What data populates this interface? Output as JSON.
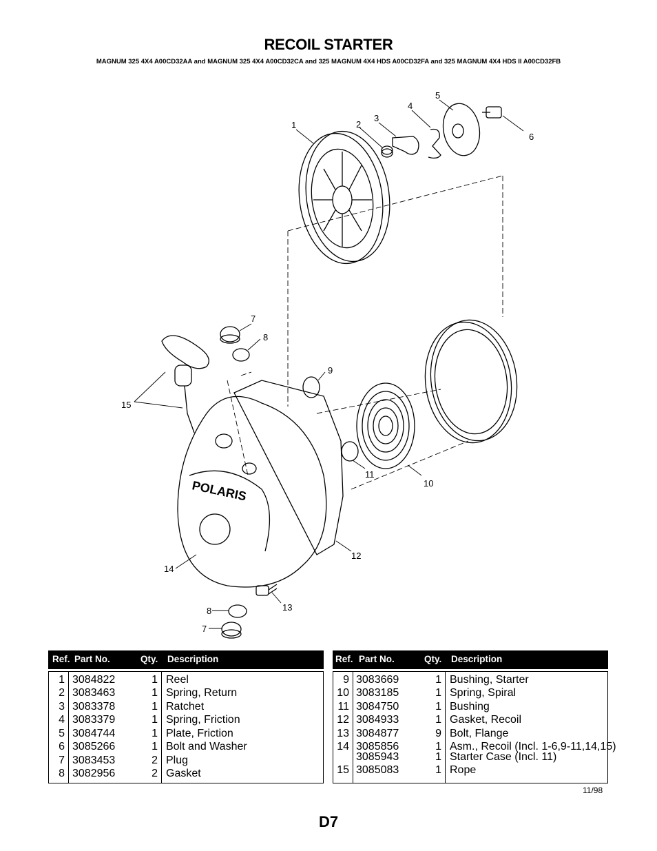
{
  "header": {
    "title": "RECOIL STARTER",
    "subtitle": "MAGNUM 325 4X4 A00CD32AA and MAGNUM 325 4X4 A00CD32CA and 325 MAGNUM 4X4 HDS A00CD32FA and 325 MAGNUM 4X4 HDS II A00CD32FB"
  },
  "diagram": {
    "brand_text": "POLARIS",
    "callouts": [
      "1",
      "2",
      "3",
      "4",
      "5",
      "6",
      "7",
      "8",
      "9",
      "15",
      "11",
      "10",
      "12",
      "14",
      "13",
      "8",
      "7"
    ]
  },
  "table_headers": {
    "ref": "Ref.",
    "part_no": "Part No.",
    "qty": "Qty.",
    "description": "Description"
  },
  "left_table": [
    {
      "ref": "1",
      "part": "3084822",
      "qty": "1",
      "desc": "Reel"
    },
    {
      "ref": "2",
      "part": "3083463",
      "qty": "1",
      "desc": "Spring, Return"
    },
    {
      "ref": "3",
      "part": "3083378",
      "qty": "1",
      "desc": "Ratchet"
    },
    {
      "ref": "4",
      "part": "3083379",
      "qty": "1",
      "desc": "Spring, Friction"
    },
    {
      "ref": "5",
      "part": "3084744",
      "qty": "1",
      "desc": "Plate, Friction"
    },
    {
      "ref": "6",
      "part": "3085266",
      "qty": "1",
      "desc": "Bolt and Washer"
    },
    {
      "ref": "7",
      "part": "3083453",
      "qty": "2",
      "desc": "Plug"
    },
    {
      "ref": "8",
      "part": "3082956",
      "qty": "2",
      "desc": "Gasket"
    }
  ],
  "right_table": [
    {
      "ref": "9",
      "part": "3083669",
      "qty": "1",
      "desc": "Bushing, Starter"
    },
    {
      "ref": "10",
      "part": "3083185",
      "qty": "1",
      "desc": "Spring, Spiral"
    },
    {
      "ref": "11",
      "part": "3084750",
      "qty": "1",
      "desc": "Bushing"
    },
    {
      "ref": "12",
      "part": "3084933",
      "qty": "1",
      "desc": "Gasket, Recoil"
    },
    {
      "ref": "13",
      "part": "3084877",
      "qty": "9",
      "desc": "Bolt, Flange"
    },
    {
      "ref": "14",
      "part": "3085856",
      "qty": "1",
      "desc": "Asm., Recoil (Incl. 1-6,9-11,14,15)"
    },
    {
      "ref": "",
      "part": "3085943",
      "qty": "1",
      "desc": "Starter Case (Incl. 11)"
    },
    {
      "ref": "15",
      "part": "3085083",
      "qty": "1",
      "desc": "Rope"
    }
  ],
  "footer": {
    "date": "11/98",
    "page": "D7"
  }
}
